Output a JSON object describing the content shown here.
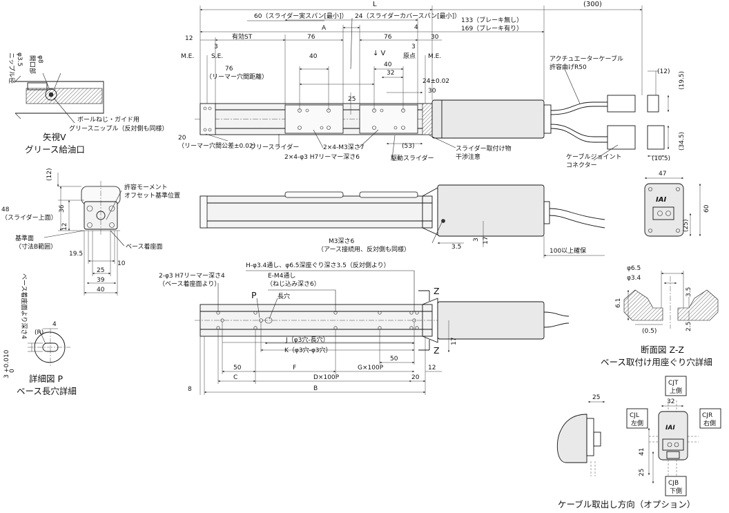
{
  "labels": {
    "L": "L",
    "cable_300": "(300)",
    "slider_span": "60（スライダー実スパン[最小]）",
    "cover_span": "24（スライダーカバースパン[最小]）",
    "brake_none": "133（ブレーキ無し）",
    "brake_with": "169（ブレーキ有り）",
    "d12_top": "12",
    "eff_st": "有効ST",
    "A": "A",
    "d30_right": "30",
    "d3_left": "3",
    "d76_a": "76",
    "d76_b": "76",
    "d3_right": "3",
    "d4_right": "4",
    "me_left": "M.E.",
    "se_label": "S.E.",
    "view_v": "↓ V",
    "origin": "原点",
    "me_right": "M.E.",
    "d40_left": "40",
    "d40_right": "40",
    "d32": "32",
    "reamer_pitch": "76",
    "reamer_pitch_note": "（リーマー穴間距離）",
    "d24_tol": "24±0.02",
    "d30_inner": "30",
    "d25_vert": "25",
    "reamer_tol": "20",
    "reamer_tol_note": "（リーマー穴間公差±0.02）",
    "free_slider": "フリースライダー",
    "m3_tap": "2×4-M3深さ7",
    "reamer_hole": "2×4-φ3 H7リーマー深さ6",
    "d53": "(53)",
    "drive_slider": "駆動スライダー",
    "interference_1": "スライダー取付け物",
    "interference_2": "干渉注意",
    "cable_bend_1": "アクチュエーターケーブル",
    "cable_bend_2": "許容曲げR50",
    "joint_1": "ケーブルジョイント",
    "joint_2": "コネクター",
    "conn_12": "(12)",
    "conn_195": "(19.5)",
    "conn_345": "(34.5)",
    "conn_105": "(10.5)",
    "ve_phi35": "φ3.5",
    "ve_nipple": "ニップル径",
    "ve_phi8": "φ8",
    "ve_opening": "開口部",
    "ve_ballscrew": "ボールねじ・ガイド用",
    "ve_grease": "グリースニップル（反対側も同様）",
    "ve_title": "矢視V",
    "ve_subtitle": "グリース給油口",
    "ev_12": "(12)",
    "ev_moment_1": "許容モーメント",
    "ev_moment_2": "オフセット基準位置",
    "ev_48": "48",
    "ev_48_note": "（スライダー上面）",
    "ev_36": "36",
    "ev_12b": "12",
    "ev_ref": "基準面",
    "ev_ref_note": "（寸法B範囲）",
    "ev_base": "ベース着座面",
    "ev_195": "19.5",
    "ev_10": "10",
    "ev_25": "25",
    "ev_39": "39",
    "ev_40": "40",
    "sv_m3": "M3深さ6",
    "sv_m3_note": "（アース接続用、反対側も同様）",
    "sv_35": "3.5",
    "sv_3": "3",
    "sv_17": "17",
    "sv_100": "100以上確保",
    "motor_end_47": "47",
    "motor_end_60": "60",
    "motor_end_25": "(25)",
    "motor_logo": "IAI",
    "bv_h": "H-φ3.4通し、φ6.5深座ぐり深さ3.5（反対側より）",
    "bv_e": "E-M4通し",
    "bv_e_note": "（ねじ込み深さ6）",
    "bv_2phi3": "2-φ3 H7リーマー深さ4",
    "bv_2phi3_note": "（ベース着座面より）",
    "bv_P": "P",
    "bv_slot": "長穴",
    "bv_z_top": "Z",
    "bv_z_bottom": "Z",
    "bv_J": "J（φ3穴-長穴）",
    "bv_K": "K（φ3穴-φ3穴）",
    "bv_17": "17",
    "bv_50_right": "50",
    "bv_50_left": "50",
    "bv_F": "F",
    "bv_G": "G×100P",
    "bv_12": "12",
    "bv_C": "C",
    "bv_D": "D×100P",
    "bv_20": "20",
    "bv_8": "8",
    "bv_B": "B",
    "dp_tol_a": "3",
    "dp_tol_b": "+0.010",
    "dp_tol_c": "0",
    "dp_note": "ベース着座面より深さ4",
    "dp_4": "4",
    "dp_R": "(R)",
    "dp_title": "詳細図 P",
    "dp_subtitle": "ベース長穴詳細",
    "zz_phi65": "φ6.5",
    "zz_phi34": "φ3.4",
    "zz_61": "6.1",
    "zz_35": "3.5",
    "zz_05": "(0.5)",
    "zz_25": "2.5",
    "zz_title": "断面図 Z-Z",
    "zz_subtitle": "ベース取付け用座ぐり穴詳細",
    "co_25": "25",
    "co_32": "32",
    "co_41": "41",
    "co_25b": "25",
    "co_cjt": "CJT",
    "co_cjt_side": "上側",
    "co_cjl": "CJL",
    "co_cjl_side": "左側",
    "co_cjr": "CJR",
    "co_cjr_side": "右側",
    "co_cjb": "CJB",
    "co_cjb_side": "下側",
    "co_logo": "IAI",
    "co_title": "ケーブル取出し方向（オプション）"
  }
}
